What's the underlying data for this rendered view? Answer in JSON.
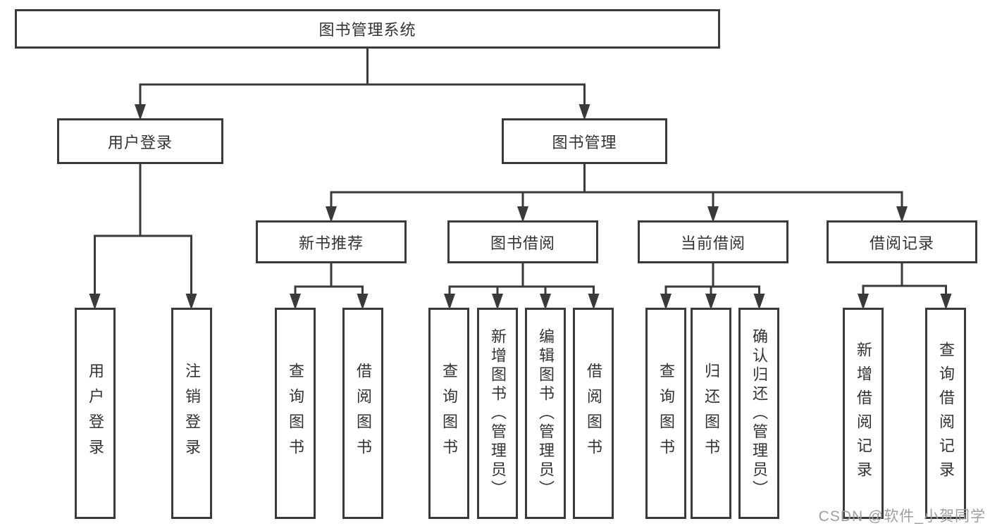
{
  "diagram": {
    "root": {
      "label": "图书管理系统"
    },
    "level2": [
      {
        "label": "用户登录"
      },
      {
        "label": "图书管理"
      }
    ],
    "level3": [
      {
        "label": "新书推荐"
      },
      {
        "label": "图书借阅"
      },
      {
        "label": "当前借阅"
      },
      {
        "label": "借阅记录"
      }
    ],
    "leaves": {
      "user_login": [
        {
          "label": "用户登录"
        },
        {
          "label": "注销登录"
        }
      ],
      "new_book": [
        {
          "label": "查询图书"
        },
        {
          "label": "借阅图书"
        }
      ],
      "book_borrow": [
        {
          "label": "查询图书"
        },
        {
          "label": "新增图书（管理员）"
        },
        {
          "label": "编辑图书（管理员）"
        },
        {
          "label": "借阅图书"
        }
      ],
      "current_borrow": [
        {
          "label": "查询图书"
        },
        {
          "label": "归还图书"
        },
        {
          "label": "确认归还（管理员）"
        }
      ],
      "borrow_record": [
        {
          "label": "新增借阅记录"
        },
        {
          "label": "查询借阅记录"
        }
      ]
    },
    "watermark": "CSDN @软件_小贺同学",
    "colors": {
      "line": "#3a3a3a",
      "text": "#333333",
      "background": "#ffffff",
      "watermark": "#9e9e9e"
    }
  }
}
